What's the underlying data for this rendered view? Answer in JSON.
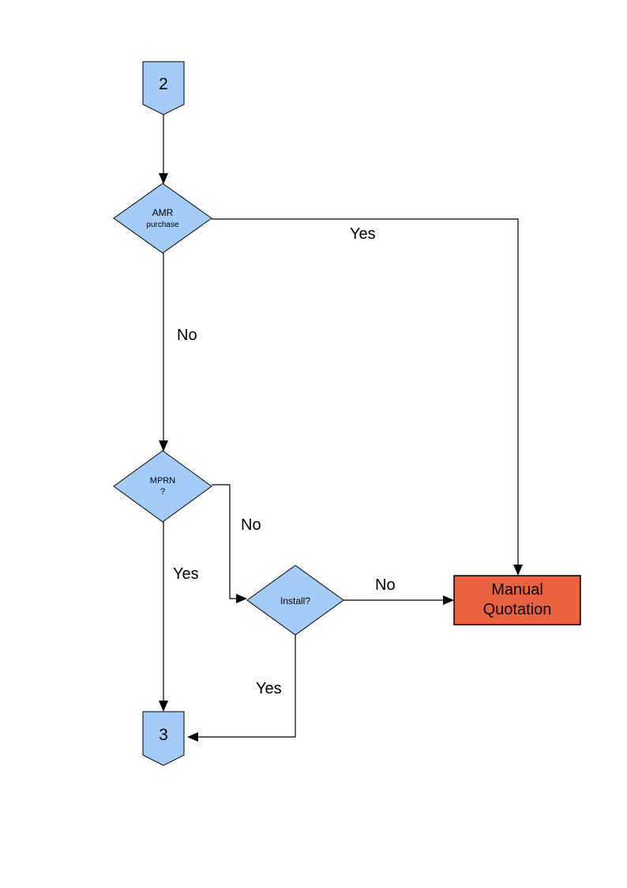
{
  "diagram": {
    "type": "flowchart",
    "colors": {
      "node_fill": "#A3CDF8",
      "node_border": "#000000",
      "alert_fill": "#EA623D",
      "line": "#000000",
      "background": "#FFFFFF"
    },
    "nodes": {
      "connector2": {
        "label": "2",
        "shape": "off-page-connector"
      },
      "amr": {
        "line1": "AMR",
        "line2": "purchase",
        "shape": "decision"
      },
      "mprn": {
        "line1": "MPRN",
        "line2": "?",
        "shape": "decision"
      },
      "install": {
        "label": "Install?",
        "shape": "decision"
      },
      "manual_quotation": {
        "line1": "Manual",
        "line2": "Quotation",
        "shape": "process"
      },
      "connector3": {
        "label": "3",
        "shape": "off-page-connector"
      }
    },
    "edge_labels": {
      "amr_yes": "Yes",
      "amr_no": "No",
      "mprn_no": "No",
      "mprn_yes": "Yes",
      "install_no": "No",
      "install_yes": "Yes"
    }
  }
}
